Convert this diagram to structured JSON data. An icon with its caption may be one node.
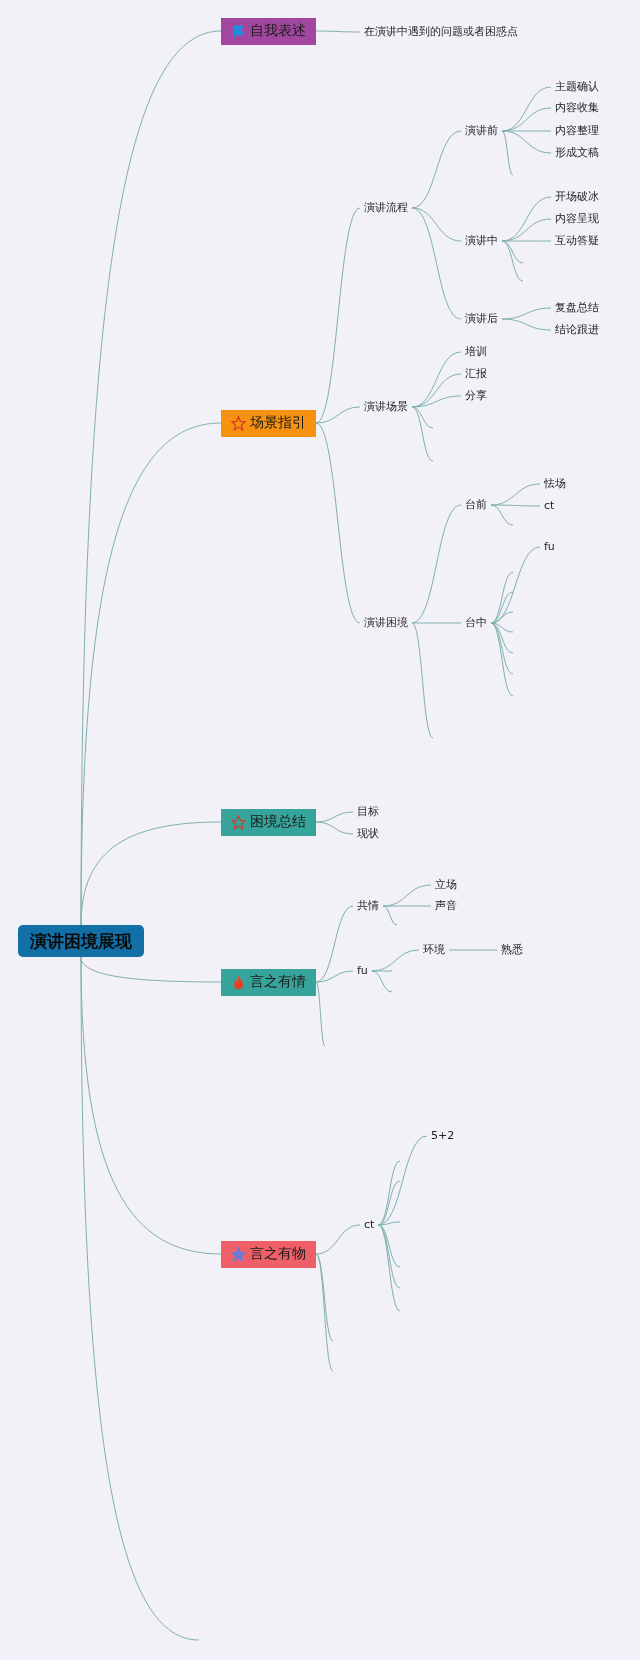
{
  "diagram": {
    "nodes": [
      {
        "text": [
          "演讲困境展现"
        ]
      },
      {
        "text": [
          "自我表述"
        ]
      },
      {
        "text": [
          "在演讲中遇到的问题或者困惑点"
        ]
      },
      {
        "text": [
          "场景指引"
        ]
      },
      {
        "text": [
          "演讲流程"
        ]
      },
      {
        "text": [
          "演讲前"
        ]
      },
      {
        "text": [
          "主题确认"
        ]
      },
      {
        "text": [
          "内容收集"
        ]
      },
      {
        "text": [
          "内容整理"
        ]
      },
      {
        "text": [
          "形成文稿"
        ]
      },
      {
        "text": [
          "演讲中"
        ]
      },
      {
        "text": [
          "开场破冰"
        ]
      },
      {
        "text": [
          "内容呈现"
        ]
      },
      {
        "text": [
          "互动答疑"
        ]
      },
      {
        "text": [
          "演讲后"
        ]
      },
      {
        "text": [
          "复盘总结"
        ]
      },
      {
        "text": [
          "结论跟进"
        ]
      },
      {
        "text": [
          "演讲场景"
        ]
      },
      {
        "text": [
          "培训"
        ]
      },
      {
        "text": [
          "汇报"
        ]
      },
      {
        "text": [
          "分享"
        ]
      },
      {
        "text": [
          "演讲困境"
        ]
      },
      {
        "text": [
          "台前"
        ]
      },
      {
        "text": [
          "怯场"
        ]
      },
      {
        "text": [
          "ct"
        ]
      },
      {
        "text": [
          "台中"
        ]
      },
      {
        "text": [
          "fu"
        ]
      },
      {
        "text": [
          "困境总结"
        ]
      },
      {
        "text": [
          "目标"
        ]
      },
      {
        "text": [
          "现状"
        ]
      },
      {
        "text": [
          "言之有情"
        ]
      },
      {
        "text": [
          "共情"
        ]
      },
      {
        "text": [
          "立场"
        ]
      },
      {
        "text": [
          "声音"
        ]
      },
      {
        "text": [
          "fu"
        ]
      },
      {
        "text": [
          "环境"
        ]
      },
      {
        "text": [
          "熟悉"
        ]
      },
      {
        "text": [
          "言之有物"
        ]
      },
      {
        "text": [
          "ct"
        ]
      },
      {
        "text": [
          "5+2"
        ]
      }
    ],
    "edges": [
      {
        "from": 0,
        "to": 1,
        "arrow": "none"
      },
      {
        "from": 1,
        "to": 2,
        "arrow": "none"
      },
      {
        "from": 0,
        "to": 3,
        "arrow": "none"
      },
      {
        "from": 3,
        "to": 4,
        "arrow": "none"
      },
      {
        "from": 4,
        "to": 5,
        "arrow": "none"
      },
      {
        "from": 5,
        "to": 6,
        "arrow": "none"
      },
      {
        "from": 5,
        "to": 7,
        "arrow": "none"
      },
      {
        "from": 5,
        "to": 8,
        "arrow": "none"
      },
      {
        "from": 5,
        "to": 9,
        "arrow": "none"
      },
      {
        "from": 5,
        "to": null,
        "arrow": "none"
      },
      {
        "from": 4,
        "to": 10,
        "arrow": "none"
      },
      {
        "from": 10,
        "to": 11,
        "arrow": "none"
      },
      {
        "from": 10,
        "to": 12,
        "arrow": "none"
      },
      {
        "from": 10,
        "to": 13,
        "arrow": "none"
      },
      {
        "from": 10,
        "to": null,
        "arrow": "none"
      },
      {
        "from": 10,
        "to": null,
        "arrow": "none"
      },
      {
        "from": 4,
        "to": 14,
        "arrow": "none"
      },
      {
        "from": 14,
        "to": 15,
        "arrow": "none"
      },
      {
        "from": 14,
        "to": 16,
        "arrow": "none"
      },
      {
        "from": 3,
        "to": 17,
        "arrow": "none"
      },
      {
        "from": 17,
        "to": 18,
        "arrow": "none"
      },
      {
        "from": 17,
        "to": 19,
        "arrow": "none"
      },
      {
        "from": 17,
        "to": 20,
        "arrow": "none"
      },
      {
        "from": 17,
        "to": null,
        "arrow": "none"
      },
      {
        "from": 17,
        "to": null,
        "arrow": "none"
      },
      {
        "from": 3,
        "to": 21,
        "arrow": "none"
      },
      {
        "from": 21,
        "to": 22,
        "arrow": "none"
      },
      {
        "from": 22,
        "to": 23,
        "arrow": "none"
      },
      {
        "from": 22,
        "to": 24,
        "arrow": "none"
      },
      {
        "from": 22,
        "to": null,
        "arrow": "none"
      },
      {
        "from": 21,
        "to": 25,
        "arrow": "none"
      },
      {
        "from": 25,
        "to": 26,
        "arrow": "none"
      },
      {
        "from": 25,
        "to": null,
        "arrow": "none"
      },
      {
        "from": 25,
        "to": null,
        "arrow": "none"
      },
      {
        "from": 25,
        "to": null,
        "arrow": "none"
      },
      {
        "from": 25,
        "to": null,
        "arrow": "none"
      },
      {
        "from": 25,
        "to": null,
        "arrow": "none"
      },
      {
        "from": 25,
        "to": null,
        "arrow": "none"
      },
      {
        "from": 25,
        "to": null,
        "arrow": "none"
      },
      {
        "from": 21,
        "to": null,
        "arrow": "none"
      },
      {
        "from": 0,
        "to": 27,
        "arrow": "none"
      },
      {
        "from": 27,
        "to": 28,
        "arrow": "none"
      },
      {
        "from": 27,
        "to": 29,
        "arrow": "none"
      },
      {
        "from": 0,
        "to": 30,
        "arrow": "none"
      },
      {
        "from": 30,
        "to": 31,
        "arrow": "none"
      },
      {
        "from": 31,
        "to": 32,
        "arrow": "none"
      },
      {
        "from": 31,
        "to": 33,
        "arrow": "none"
      },
      {
        "from": 31,
        "to": null,
        "arrow": "none"
      },
      {
        "from": 30,
        "to": 34,
        "arrow": "none"
      },
      {
        "from": 34,
        "to": 35,
        "arrow": "none"
      },
      {
        "from": 35,
        "to": 36,
        "arrow": "none"
      },
      {
        "from": 34,
        "to": null,
        "arrow": "none"
      },
      {
        "from": 34,
        "to": null,
        "arrow": "none"
      },
      {
        "from": 30,
        "to": null,
        "arrow": "none"
      },
      {
        "from": 0,
        "to": 37,
        "arrow": "none"
      },
      {
        "from": 37,
        "to": 38,
        "arrow": "none"
      },
      {
        "from": 38,
        "to": 39,
        "arrow": "none"
      },
      {
        "from": 38,
        "to": null,
        "arrow": "none"
      },
      {
        "from": 38,
        "to": null,
        "arrow": "none"
      },
      {
        "from": 38,
        "to": null,
        "arrow": "none"
      },
      {
        "from": 38,
        "to": null,
        "arrow": "none"
      },
      {
        "from": 38,
        "to": null,
        "arrow": "none"
      },
      {
        "from": 38,
        "to": null,
        "arrow": "none"
      },
      {
        "from": 37,
        "to": null,
        "arrow": "none"
      },
      {
        "from": 37,
        "to": null,
        "arrow": "none"
      },
      {
        "from": 0,
        "to": null,
        "arrow": "none"
      }
    ]
  }
}
